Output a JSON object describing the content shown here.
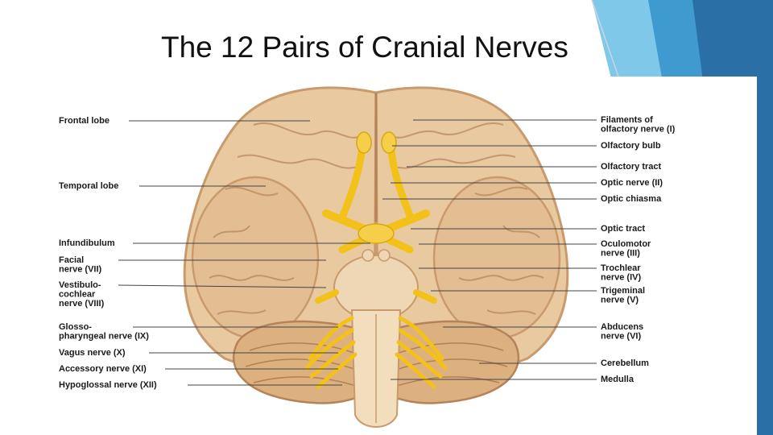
{
  "slide": {
    "title": "The 12 Pairs of Cranial Nerves",
    "accent_colors": [
      "#2a6fa6",
      "#3f9ad0",
      "#7fc8ea"
    ]
  },
  "diagram": {
    "left_labels": [
      {
        "id": "frontal-lobe",
        "lines": [
          "Frontal lobe"
        ]
      },
      {
        "id": "temporal-lobe",
        "lines": [
          "Temporal lobe"
        ]
      },
      {
        "id": "infundibulum",
        "lines": [
          "Infundibulum"
        ]
      },
      {
        "id": "facial-nerve",
        "lines": [
          "Facial",
          "nerve (VII)"
        ]
      },
      {
        "id": "vestibulocochlear-nerve",
        "lines": [
          "Vestibulo-",
          "cochlear",
          "nerve (VIII)"
        ]
      },
      {
        "id": "glossopharyngeal-nerve",
        "lines": [
          "Glosso-",
          "pharyngeal nerve (IX)"
        ]
      },
      {
        "id": "vagus-nerve",
        "lines": [
          "Vagus nerve (X)"
        ]
      },
      {
        "id": "accessory-nerve",
        "lines": [
          "Accessory nerve (XI)"
        ]
      },
      {
        "id": "hypoglossal-nerve",
        "lines": [
          "Hypoglossal nerve (XII)"
        ]
      }
    ],
    "right_labels": [
      {
        "id": "olfactory-filaments",
        "lines": [
          "Filaments of",
          "olfactory nerve (I)"
        ]
      },
      {
        "id": "olfactory-bulb",
        "lines": [
          "Olfactory bulb"
        ]
      },
      {
        "id": "olfactory-tract",
        "lines": [
          "Olfactory tract"
        ]
      },
      {
        "id": "optic-nerve",
        "lines": [
          "Optic nerve (II)"
        ]
      },
      {
        "id": "optic-chiasma",
        "lines": [
          "Optic chiasma"
        ]
      },
      {
        "id": "optic-tract",
        "lines": [
          "Optic tract"
        ]
      },
      {
        "id": "oculomotor-nerve",
        "lines": [
          "Oculomotor",
          "nerve (III)"
        ]
      },
      {
        "id": "trochlear-nerve",
        "lines": [
          "Trochlear",
          "nerve (IV)"
        ]
      },
      {
        "id": "trigeminal-nerve",
        "lines": [
          "Trigeminal",
          "nerve (V)"
        ]
      },
      {
        "id": "abducens-nerve",
        "lines": [
          "Abducens",
          "nerve (VI)"
        ]
      },
      {
        "id": "cerebellum",
        "lines": [
          "Cerebellum"
        ]
      },
      {
        "id": "medulla",
        "lines": [
          "Medulla"
        ]
      }
    ],
    "colors": {
      "brain": "#e9c9a0",
      "brain_shadow": "#c99a6c",
      "gyrus_line": "#b5835a",
      "nerve": "#f2c21b",
      "label": "#1a1a1a",
      "leader": "#444444"
    }
  }
}
